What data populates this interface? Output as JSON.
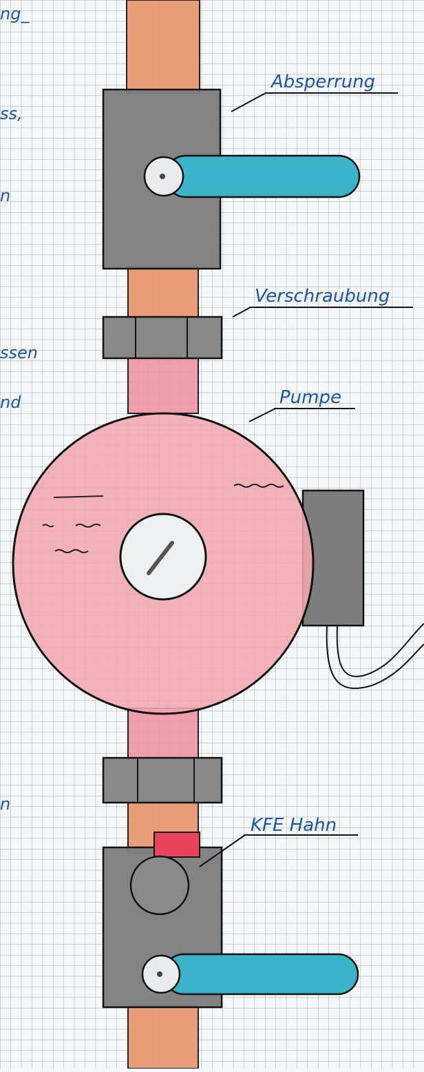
{
  "labels": {
    "absperrung": "Absperrung",
    "verschraubung": "Verschraubung",
    "pumpe": "Pumpe",
    "kfe_hahn": "KFE Hahn"
  },
  "margin_fragments": [
    "ng_",
    "ss,",
    "n",
    "ssen",
    "nd",
    "n"
  ],
  "colors": {
    "grid_paper": "#f4f6f7",
    "grid_line": "#9aa3aa",
    "copper_pipe": "#e8956a",
    "pink_pipe": "#ee8f9c",
    "pump_body": "#f3a7b2",
    "valve_body": "#7d7d7d",
    "union_nut": "#888888",
    "handle": "#3cb3c9",
    "ink_blue": "#1c56a6",
    "kfe_cap": "#e7435d"
  }
}
